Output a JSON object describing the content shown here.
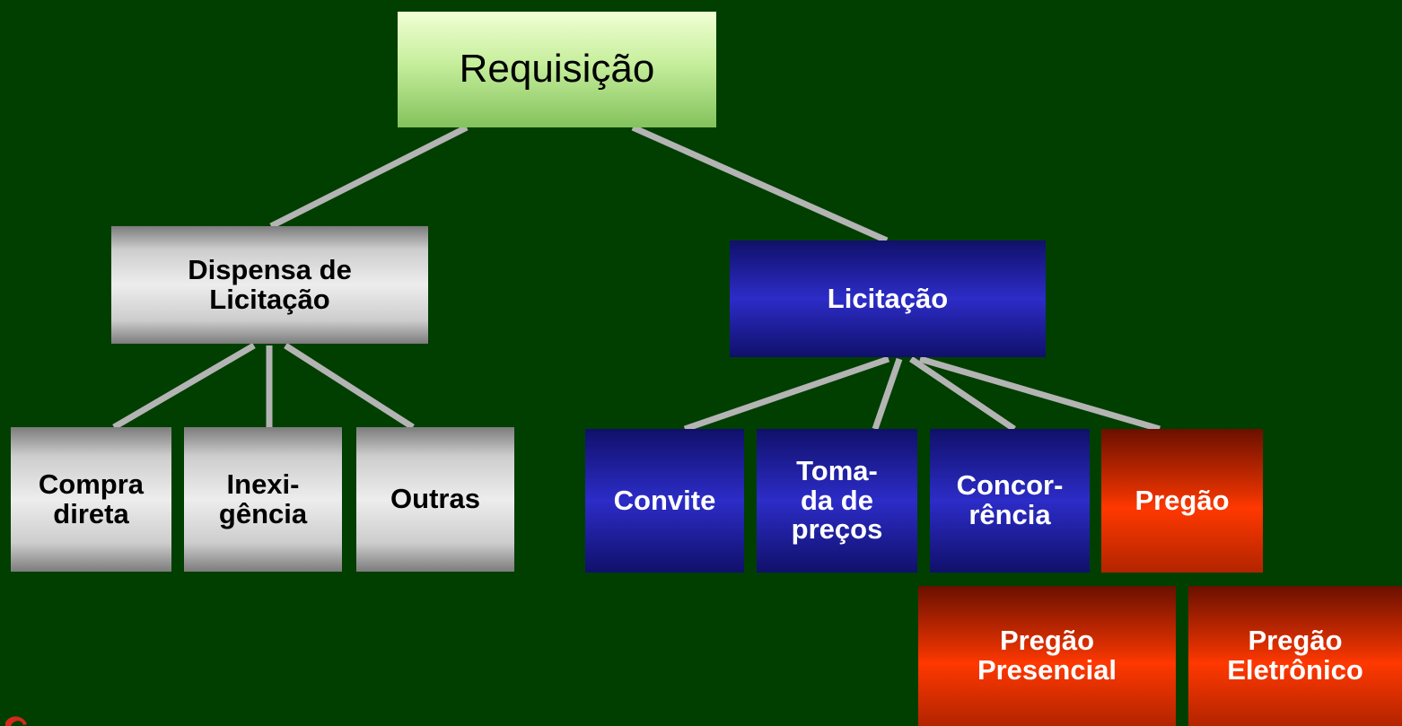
{
  "diagram": {
    "root": {
      "label": "Requisição"
    },
    "dispensa": {
      "label": "Dispensa de\nLicitação",
      "children": [
        {
          "label": "Compra\ndireta"
        },
        {
          "label": "Inexi-\ngência"
        },
        {
          "label": "Outras"
        }
      ]
    },
    "licitacao": {
      "label": "Licitação",
      "children": [
        {
          "label": "Convite"
        },
        {
          "label": "Toma-\nda de\npreços"
        },
        {
          "label": "Concor-\nrência"
        },
        {
          "label": "Pregão"
        }
      ]
    },
    "pregao_types": [
      {
        "label": "Pregão\nPresencial"
      },
      {
        "label": "Pregão\nEletrônico"
      }
    ],
    "colors": {
      "background": "#003f00",
      "connector": "#b4b4b4",
      "root_fill": "#c6ee9c",
      "dispensa_fill": "#d6d6d6",
      "licitacao_fill": "#2c2cc8",
      "pregao_fill": "#ff3800"
    }
  }
}
